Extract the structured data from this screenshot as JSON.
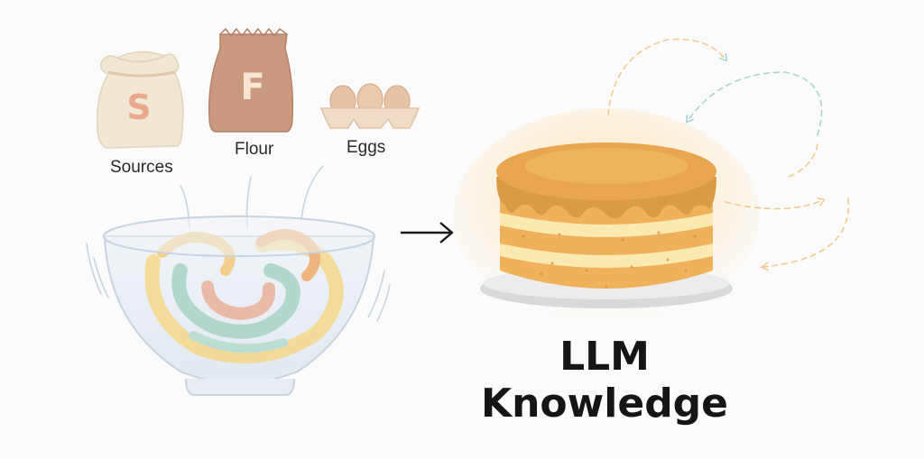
{
  "ingredients": {
    "sources": {
      "letter": "S",
      "label": "Sources"
    },
    "flour": {
      "letter": "F",
      "label": "Flour"
    },
    "eggs": {
      "label": "Eggs"
    }
  },
  "result": {
    "title_line1": "LLM",
    "title_line2": "Knowledge"
  },
  "colors": {
    "sources_bag": "#f1e7d4",
    "flour_bag": "#c99a80",
    "egg_carton": "#f0dcc6",
    "cake_sponge": "#efb25a",
    "cake_cream": "#fbe9b2",
    "cake_glaze": "#d99b45",
    "plate": "#d9d9d9",
    "dashed_orange": "#f3c98f",
    "dashed_teal": "#a8d4cf"
  }
}
